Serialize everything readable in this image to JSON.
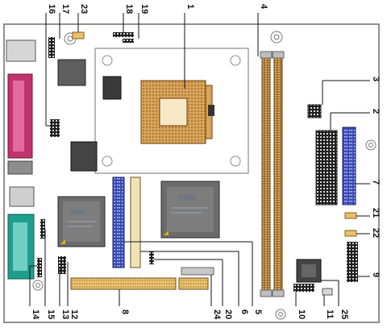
{
  "diagram": {
    "chips": {
      "north_bridge_brand": "intel",
      "south_bridge_brand": "intel"
    },
    "callouts": {
      "top": [
        "16",
        "17",
        "23",
        "18",
        "19",
        "1",
        "4"
      ],
      "right": [
        "3",
        "2",
        "7",
        "21",
        "22",
        "9"
      ],
      "bottom": [
        "14",
        "15",
        "13",
        "12",
        "8",
        "24",
        "20",
        "6",
        "5",
        "10",
        "11",
        "25"
      ]
    },
    "colors": {
      "pcb": "#ffffff",
      "dimm_slot": "#8a5a1e",
      "pci_slot": "#d7a54c",
      "ide_connector": "#3a4bb5",
      "parallel_port": "#c0346e",
      "serial_port": "#1f9e8f",
      "chip": "#6b6b6b",
      "connector_dark": "#1e1e1e"
    }
  }
}
